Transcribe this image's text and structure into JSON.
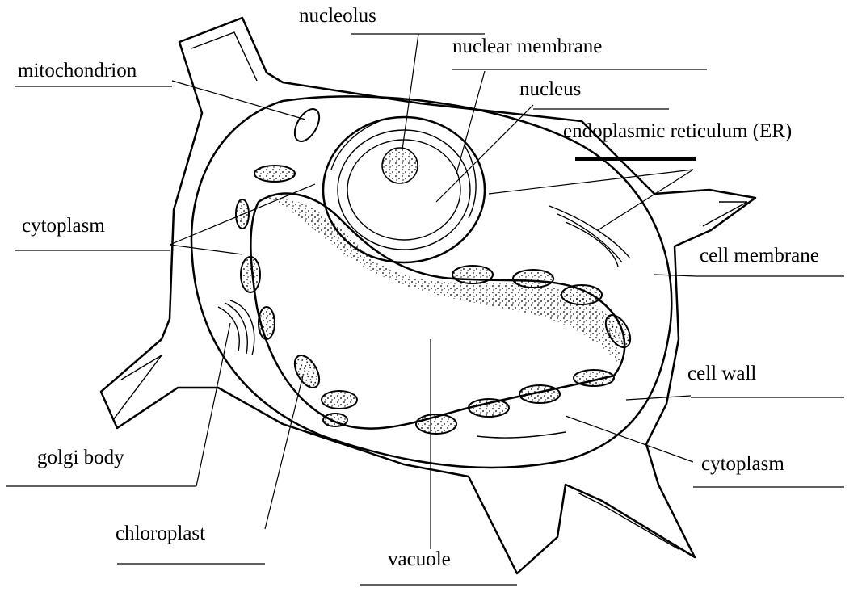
{
  "labels": {
    "nucleolus": "nucleolus",
    "nuclear_membrane": "nuclear membrane",
    "mitochondrion": "mitochondrion",
    "nucleus": "nucleus",
    "endoplasmic_reticulum": "endoplasmic reticulum (ER)",
    "cytoplasm_left": "cytoplasm",
    "cell_membrane": "cell membrane",
    "cell_wall": "cell wall",
    "golgi_body": "golgi body",
    "cytoplasm_right": "cytoplasm",
    "chloroplast": "chloroplast",
    "vacuole": "vacuole"
  }
}
